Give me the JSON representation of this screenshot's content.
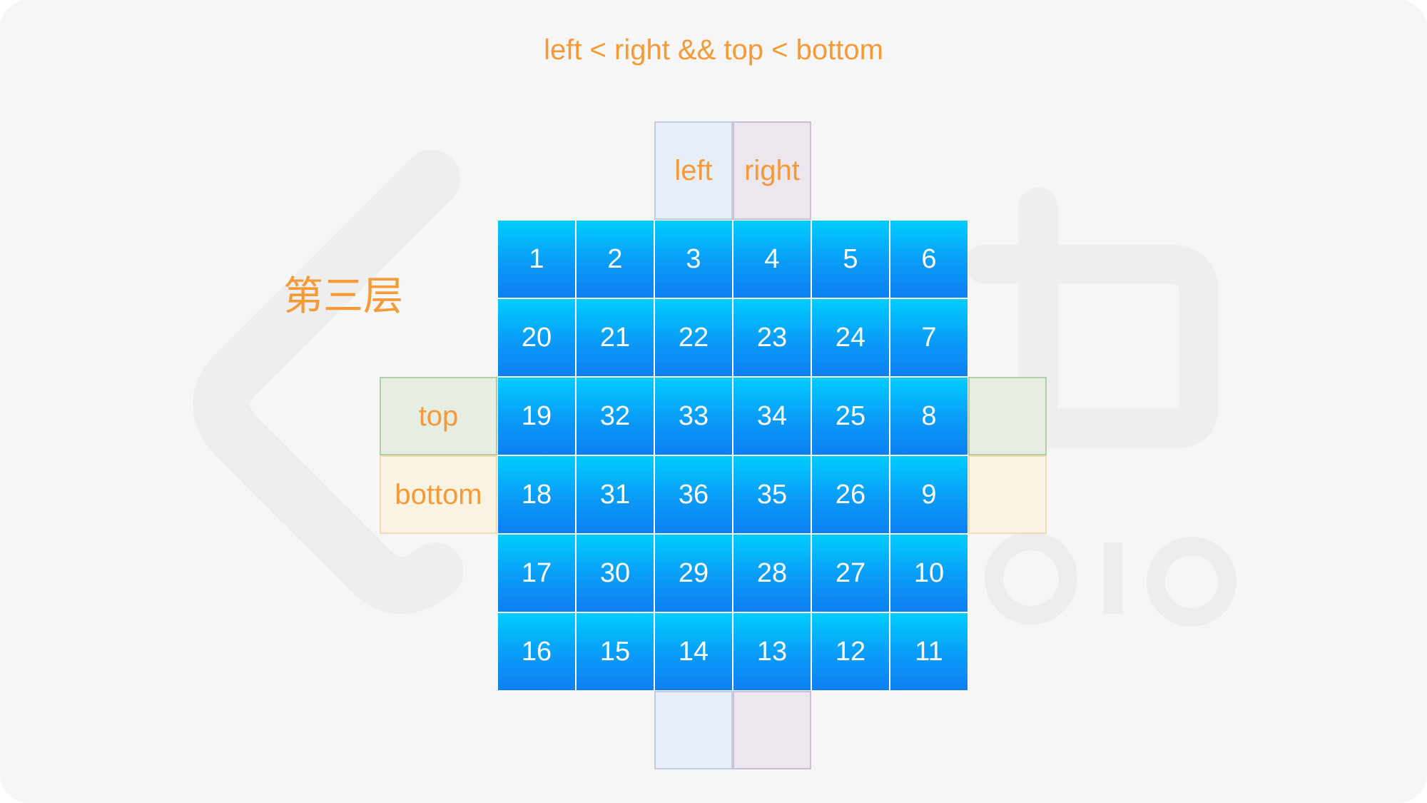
{
  "condition_text": "left < right && top < bottom",
  "layer_label": "第三层",
  "pointers": {
    "left": "left",
    "right": "right",
    "top": "top",
    "bottom": "bottom"
  },
  "matrix": [
    [
      "1",
      "2",
      "3",
      "4",
      "5",
      "6"
    ],
    [
      "20",
      "21",
      "22",
      "23",
      "24",
      "7"
    ],
    [
      "19",
      "32",
      "33",
      "34",
      "25",
      "8"
    ],
    [
      "18",
      "31",
      "36",
      "35",
      "26",
      "9"
    ],
    [
      "17",
      "30",
      "29",
      "28",
      "27",
      "10"
    ],
    [
      "16",
      "15",
      "14",
      "13",
      "12",
      "11"
    ]
  ],
  "colors": {
    "accent_text": "#f59a36",
    "cell_gradient_top": "#00cdfd",
    "cell_gradient_bottom": "#0d7ff1",
    "left_column": "#e8eef8",
    "right_column": "#ece6ef",
    "top_row": "#e6ede3",
    "bottom_row": "#faf3e2"
  }
}
